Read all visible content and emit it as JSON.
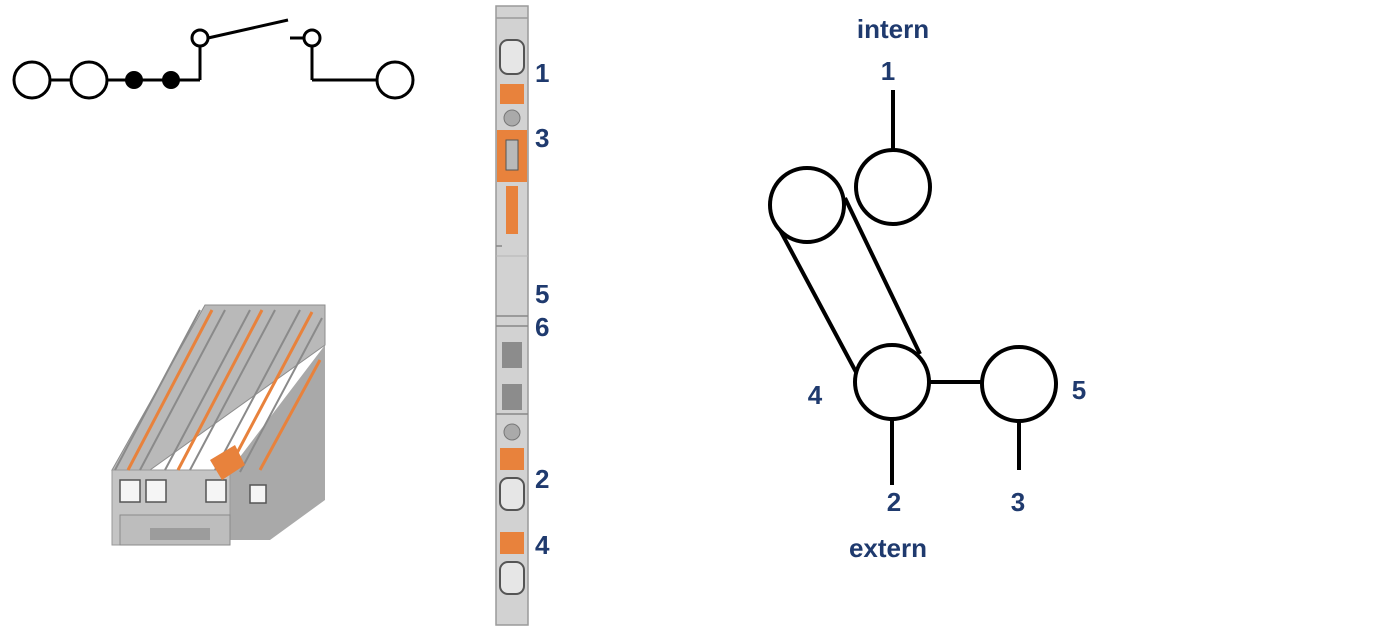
{
  "colors": {
    "label": "#1f3a6e",
    "stroke": "#000000",
    "housing": "#d2d2d2",
    "housing_edge": "#9a9a9a",
    "accent": "#e8823c",
    "dark_gray": "#8c8c8c"
  },
  "schematic": {
    "description_icons": [
      "terminal-circle",
      "terminal-circle",
      "junction-dot",
      "junction-dot",
      "switch-contact",
      "terminal-circle"
    ]
  },
  "strip": {
    "labels": {
      "p1": "1",
      "p3": "3",
      "p5": "5",
      "p6": "6",
      "p2": "2",
      "p4": "4"
    }
  },
  "wiring": {
    "top_label": "intern",
    "bottom_label": "extern",
    "labels": {
      "n1": "1",
      "n4": "4",
      "n5": "5",
      "n2": "2",
      "n3": "3"
    }
  }
}
